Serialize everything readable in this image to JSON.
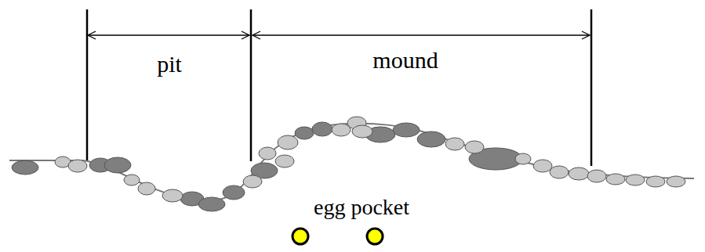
{
  "diagram": {
    "labels": [
      "pit",
      "mound",
      "egg pocket"
    ]
  }
}
